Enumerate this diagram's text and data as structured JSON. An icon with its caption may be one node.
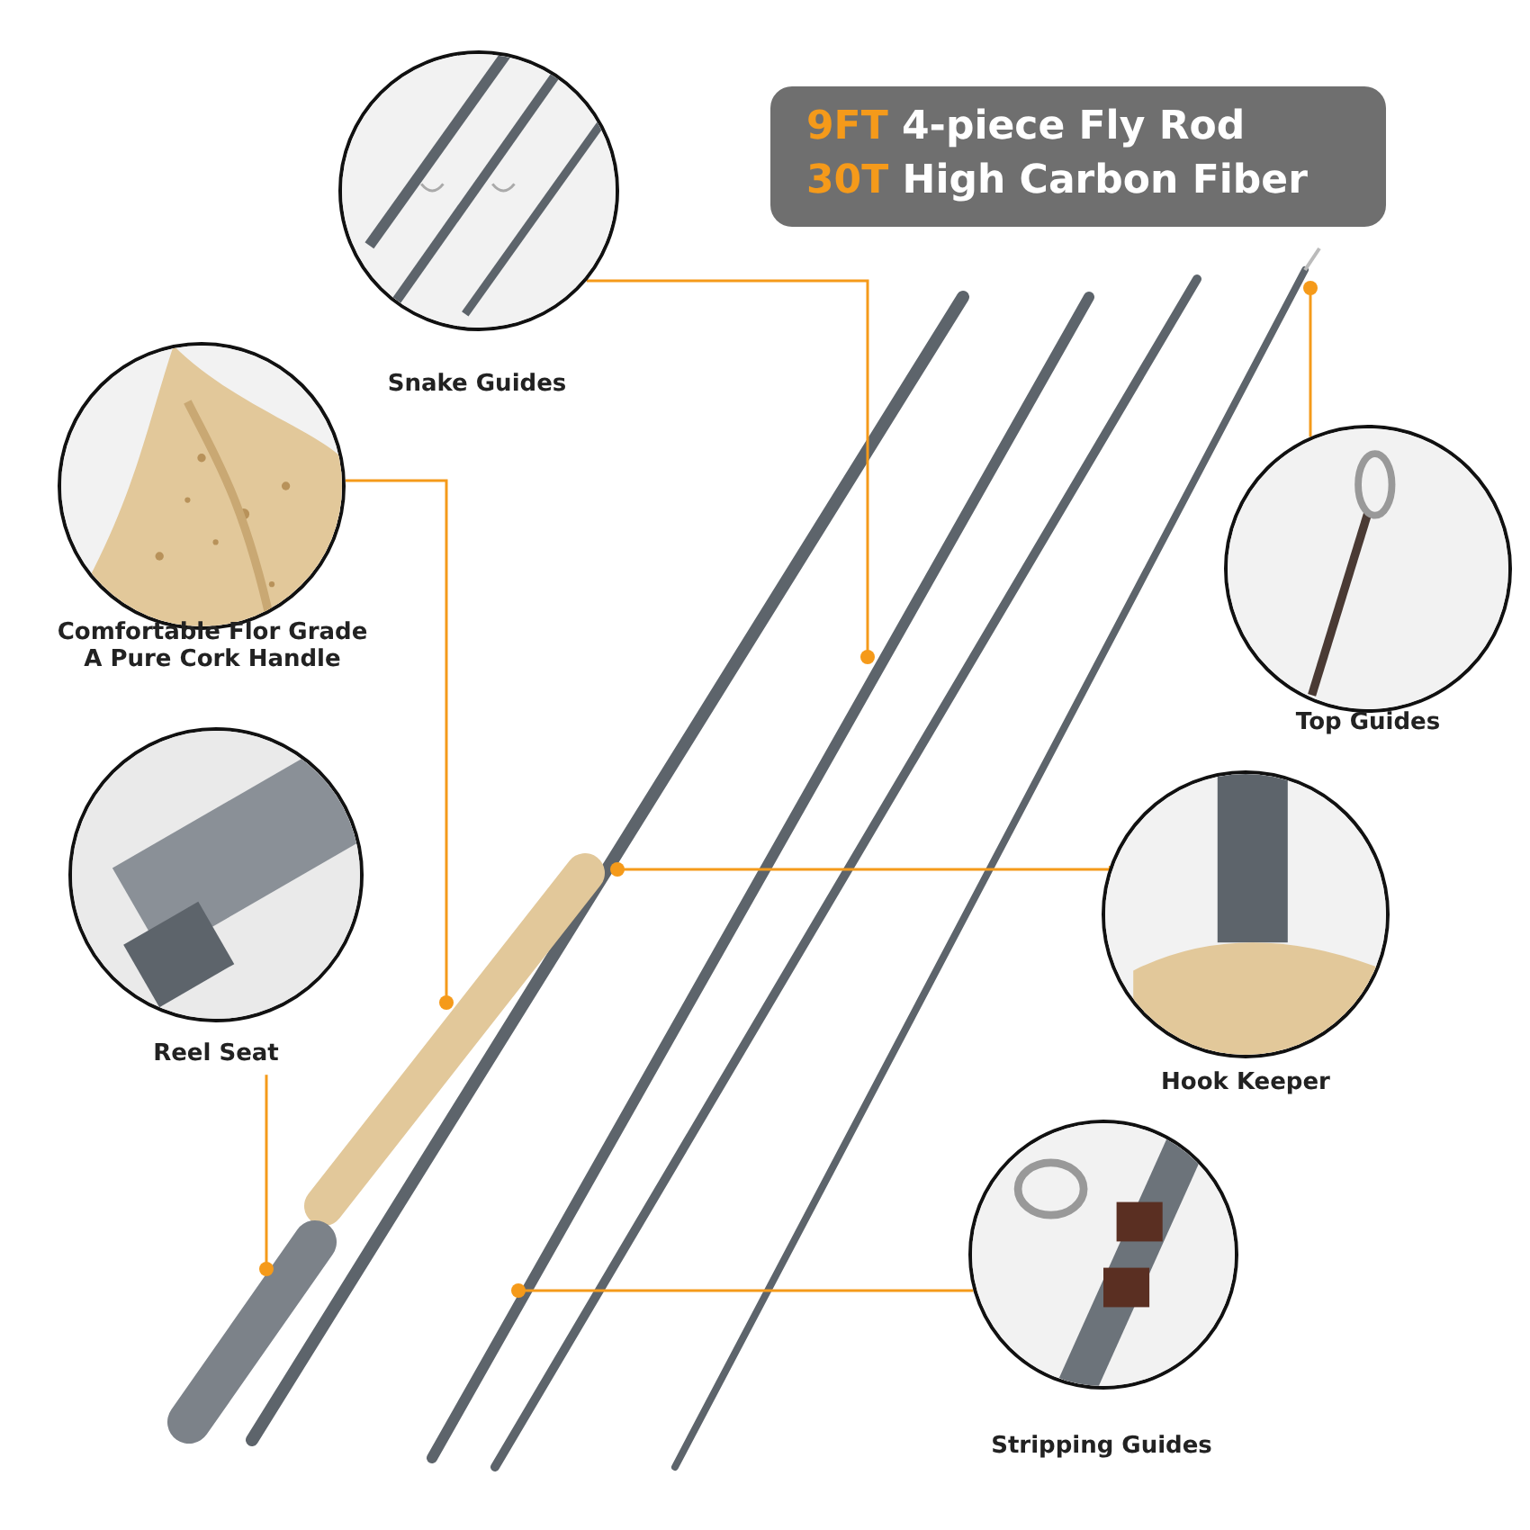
{
  "diagram": {
    "nodes": [
      {
        "text": [
          "9FT 4-piece Fly Rod",
          "30T High Carbon Fiber"
        ]
      },
      {
        "text": [],
        "shape": "picture",
        "beside": [
          "Snake Guides"
        ]
      },
      {
        "text": [],
        "shape": "picture",
        "beside": [
          "Comfortable Flor Grade A Pure Cork Handle"
        ]
      },
      {
        "text": [],
        "shape": "picture",
        "beside": [
          "Reel Seat"
        ]
      },
      {
        "text": [],
        "shape": "picture",
        "beside": [
          "Top Guides"
        ]
      },
      {
        "text": [],
        "shape": "picture",
        "beside": [
          "Hook Keeper"
        ]
      },
      {
        "text": [],
        "shape": "picture",
        "beside": [
          "Stripping Guides"
        ]
      }
    ],
    "edges": [
      {
        "from": 1,
        "to": null,
        "arrow": "other"
      },
      {
        "from": 2,
        "to": null,
        "arrow": "other"
      },
      {
        "from": 3,
        "to": null,
        "arrow": "other"
      },
      {
        "from": 4,
        "to": null,
        "arrow": "other"
      },
      {
        "from": 5,
        "to": null,
        "arrow": "other"
      },
      {
        "from": 6,
        "to": null,
        "arrow": "other"
      }
    ]
  }
}
